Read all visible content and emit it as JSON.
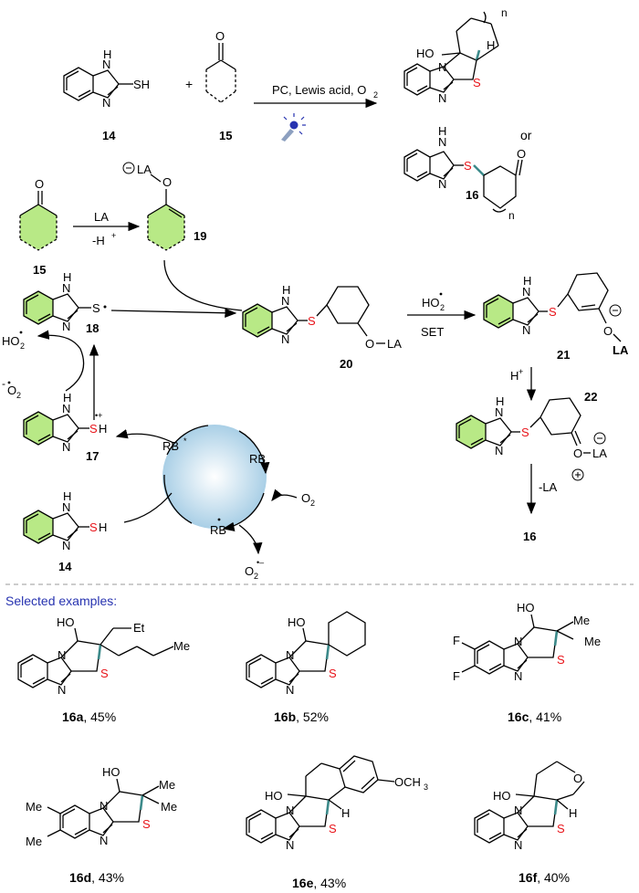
{
  "labels": {
    "c14_top": "14",
    "c15_top": "15",
    "c16_top": "16",
    "plus": "+",
    "or": "or",
    "cond_top": "PC, Lewis acid, O",
    "cond_top_sub": "2",
    "la": "LA",
    "minus_h": "-H",
    "c15_mid": "15",
    "c19": "19",
    "c18": "18",
    "c20": "20",
    "c21": "21",
    "c22": "22",
    "c17": "17",
    "c14_bot": "14",
    "c16_end": "16",
    "ho2": "HO",
    "ho2_sub": "2",
    "set": "SET",
    "hplus": "H",
    "minus_la": "-LA",
    "o2_left": "O",
    "o2_left_sub": "2",
    "o2_right": "O",
    "o2_right_sub": "2",
    "o2_minus": "O",
    "o2_minus_sub": "2",
    "rb_star": "RB",
    "rb": "RB",
    "rb_rad": "RB",
    "la_minus": "LA",
    "selected_examples": "Selected examples:"
  },
  "atoms": {
    "nh": "N",
    "h": "H",
    "sh": "SH",
    "s": "S",
    "o": "O",
    "ho": "HO",
    "et": "Et",
    "me": "Me",
    "f": "F",
    "och3": "OCH",
    "och3_sub": "3",
    "n": "n"
  },
  "examples": [
    {
      "id": "16a",
      "yield": ", 45%"
    },
    {
      "id": "16b",
      "yield": ", 52%"
    },
    {
      "id": "16c",
      "yield": ", 41%"
    },
    {
      "id": "16d",
      "yield": ", 43%"
    },
    {
      "id": "16e",
      "yield": ", 43%"
    },
    {
      "id": "16f",
      "yield": ", 40%"
    }
  ],
  "colors": {
    "accent_blue": "#2733b0",
    "sulfur_red": "#e8141a",
    "bond_teal": "#3c8a8a",
    "ring_green": "#b8e986"
  }
}
